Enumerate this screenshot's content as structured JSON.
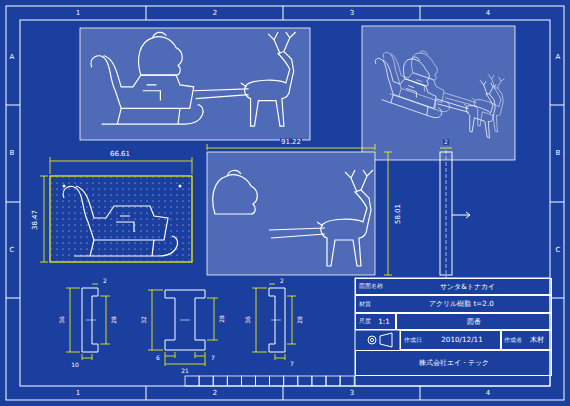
{
  "diagram": {
    "nodes": [
      {
        "text": [
          "図面名称",
          "サンタ&トナカイ"
        ]
      },
      {
        "text": [
          "材質",
          "アクリル樹脂 t=2.0"
        ]
      },
      {
        "text": [
          "尺度",
          "1:1"
        ]
      },
      {
        "text": [
          "図番"
        ]
      },
      {
        "text": [
          "作成日",
          "2010/12/11"
        ]
      },
      {
        "text": [
          "作成者",
          "木村"
        ]
      },
      {
        "text": [
          "株式会社エイ・テック"
        ]
      }
    ],
    "labels": [
      "1",
      "2",
      "3",
      "4",
      "A",
      "B",
      "C",
      "A",
      "B",
      "C",
      "1",
      "2",
      "3",
      "4",
      "66.61",
      "38.47",
      "91.22",
      "58.01",
      "2",
      "2",
      "36",
      "28",
      "10",
      "32",
      "28",
      "6",
      "21",
      "7",
      "2",
      "36",
      "28",
      "7"
    ]
  }
}
